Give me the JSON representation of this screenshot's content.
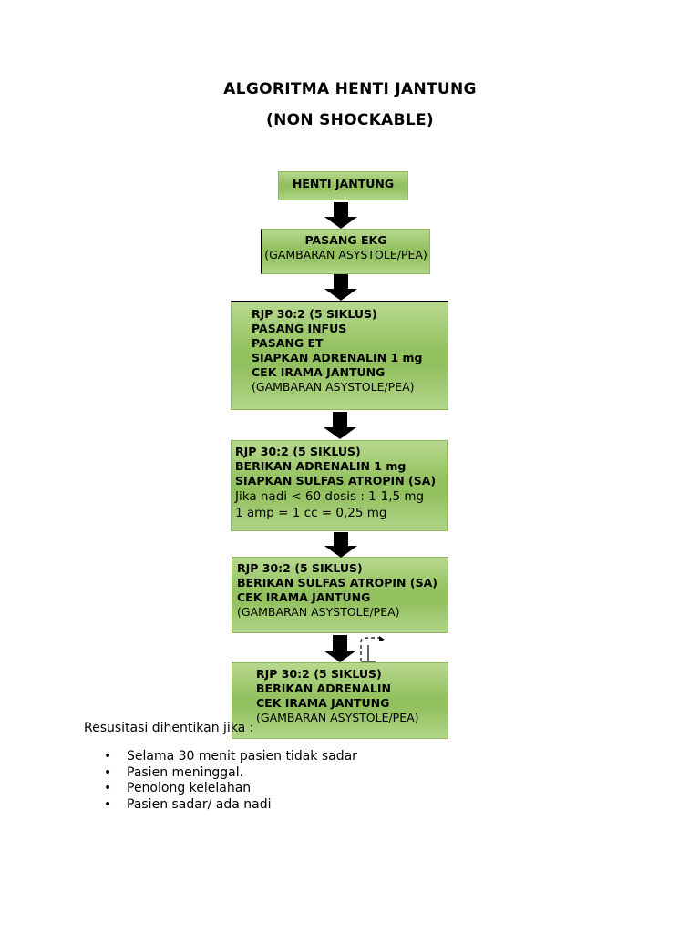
{
  "title": "ALGORITMA HENTI JANTUNG",
  "subtitle": "(NON SHOCKABLE)",
  "steps": [
    {
      "lines": [
        {
          "text": "HENTI JANTUNG",
          "bold": true
        }
      ]
    },
    {
      "lines": [
        {
          "text": "PASANG EKG",
          "bold": true
        },
        {
          "text": "(GAMBARAN ASYSTOLE/PEA)",
          "bold": false
        }
      ]
    },
    {
      "lines": [
        {
          "text": "RJP 30:2 (5 SIKLUS)",
          "bold": true
        },
        {
          "text": "PASANG INFUS",
          "bold": true
        },
        {
          "text": "PASANG ET",
          "bold": true
        },
        {
          "text": "SIAPKAN ADRENALIN 1 mg",
          "bold": true
        },
        {
          "text": "CEK IRAMA JANTUNG",
          "bold": true
        },
        {
          "text": "(GAMBARAN ASYSTOLE/PEA)",
          "bold": false
        }
      ]
    },
    {
      "lines": [
        {
          "text": "RJP 30:2 (5 SIKLUS)",
          "bold": true
        },
        {
          "text": "BERIKAN ADRENALIN 1 mg",
          "bold": true
        },
        {
          "text": "SIAPKAN SULFAS ATROPIN (SA)",
          "bold": true
        },
        {
          "text": "Jika nadi < 60 dosis : 1-1,5 mg",
          "bold": false
        },
        {
          "text": "1 amp = 1 cc = 0,25 mg",
          "bold": false
        }
      ]
    },
    {
      "lines": [
        {
          "text": "RJP 30:2 (5 SIKLUS)",
          "bold": true
        },
        {
          "text": "BERIKAN SULFAS ATROPIN (SA)",
          "bold": true
        },
        {
          "text": "CEK IRAMA JANTUNG",
          "bold": true
        },
        {
          "text": "(GAMBARAN ASYSTOLE/PEA)",
          "bold": false
        }
      ]
    },
    {
      "lines": [
        {
          "text": "RJP 30:2 (5 SIKLUS)",
          "bold": true
        },
        {
          "text": "BERIKAN ADRENALIN",
          "bold": true
        },
        {
          "text": "CEK IRAMA JANTUNG",
          "bold": true
        },
        {
          "text": "(GAMBARAN ASYSTOLE/PEA)",
          "bold": false
        }
      ]
    }
  ],
  "stop_note": "Resusitasi dihentikan jika :",
  "stop_criteria": [
    "Selama 30 menit pasien tidak sadar",
    "Pasien meninggal.",
    "Penolong kelelahan",
    "Pasien sadar/ ada nadi"
  ],
  "colors": {
    "box_fill": "#93c15f",
    "box_border": "#8db85a",
    "arrow": "#000000"
  }
}
